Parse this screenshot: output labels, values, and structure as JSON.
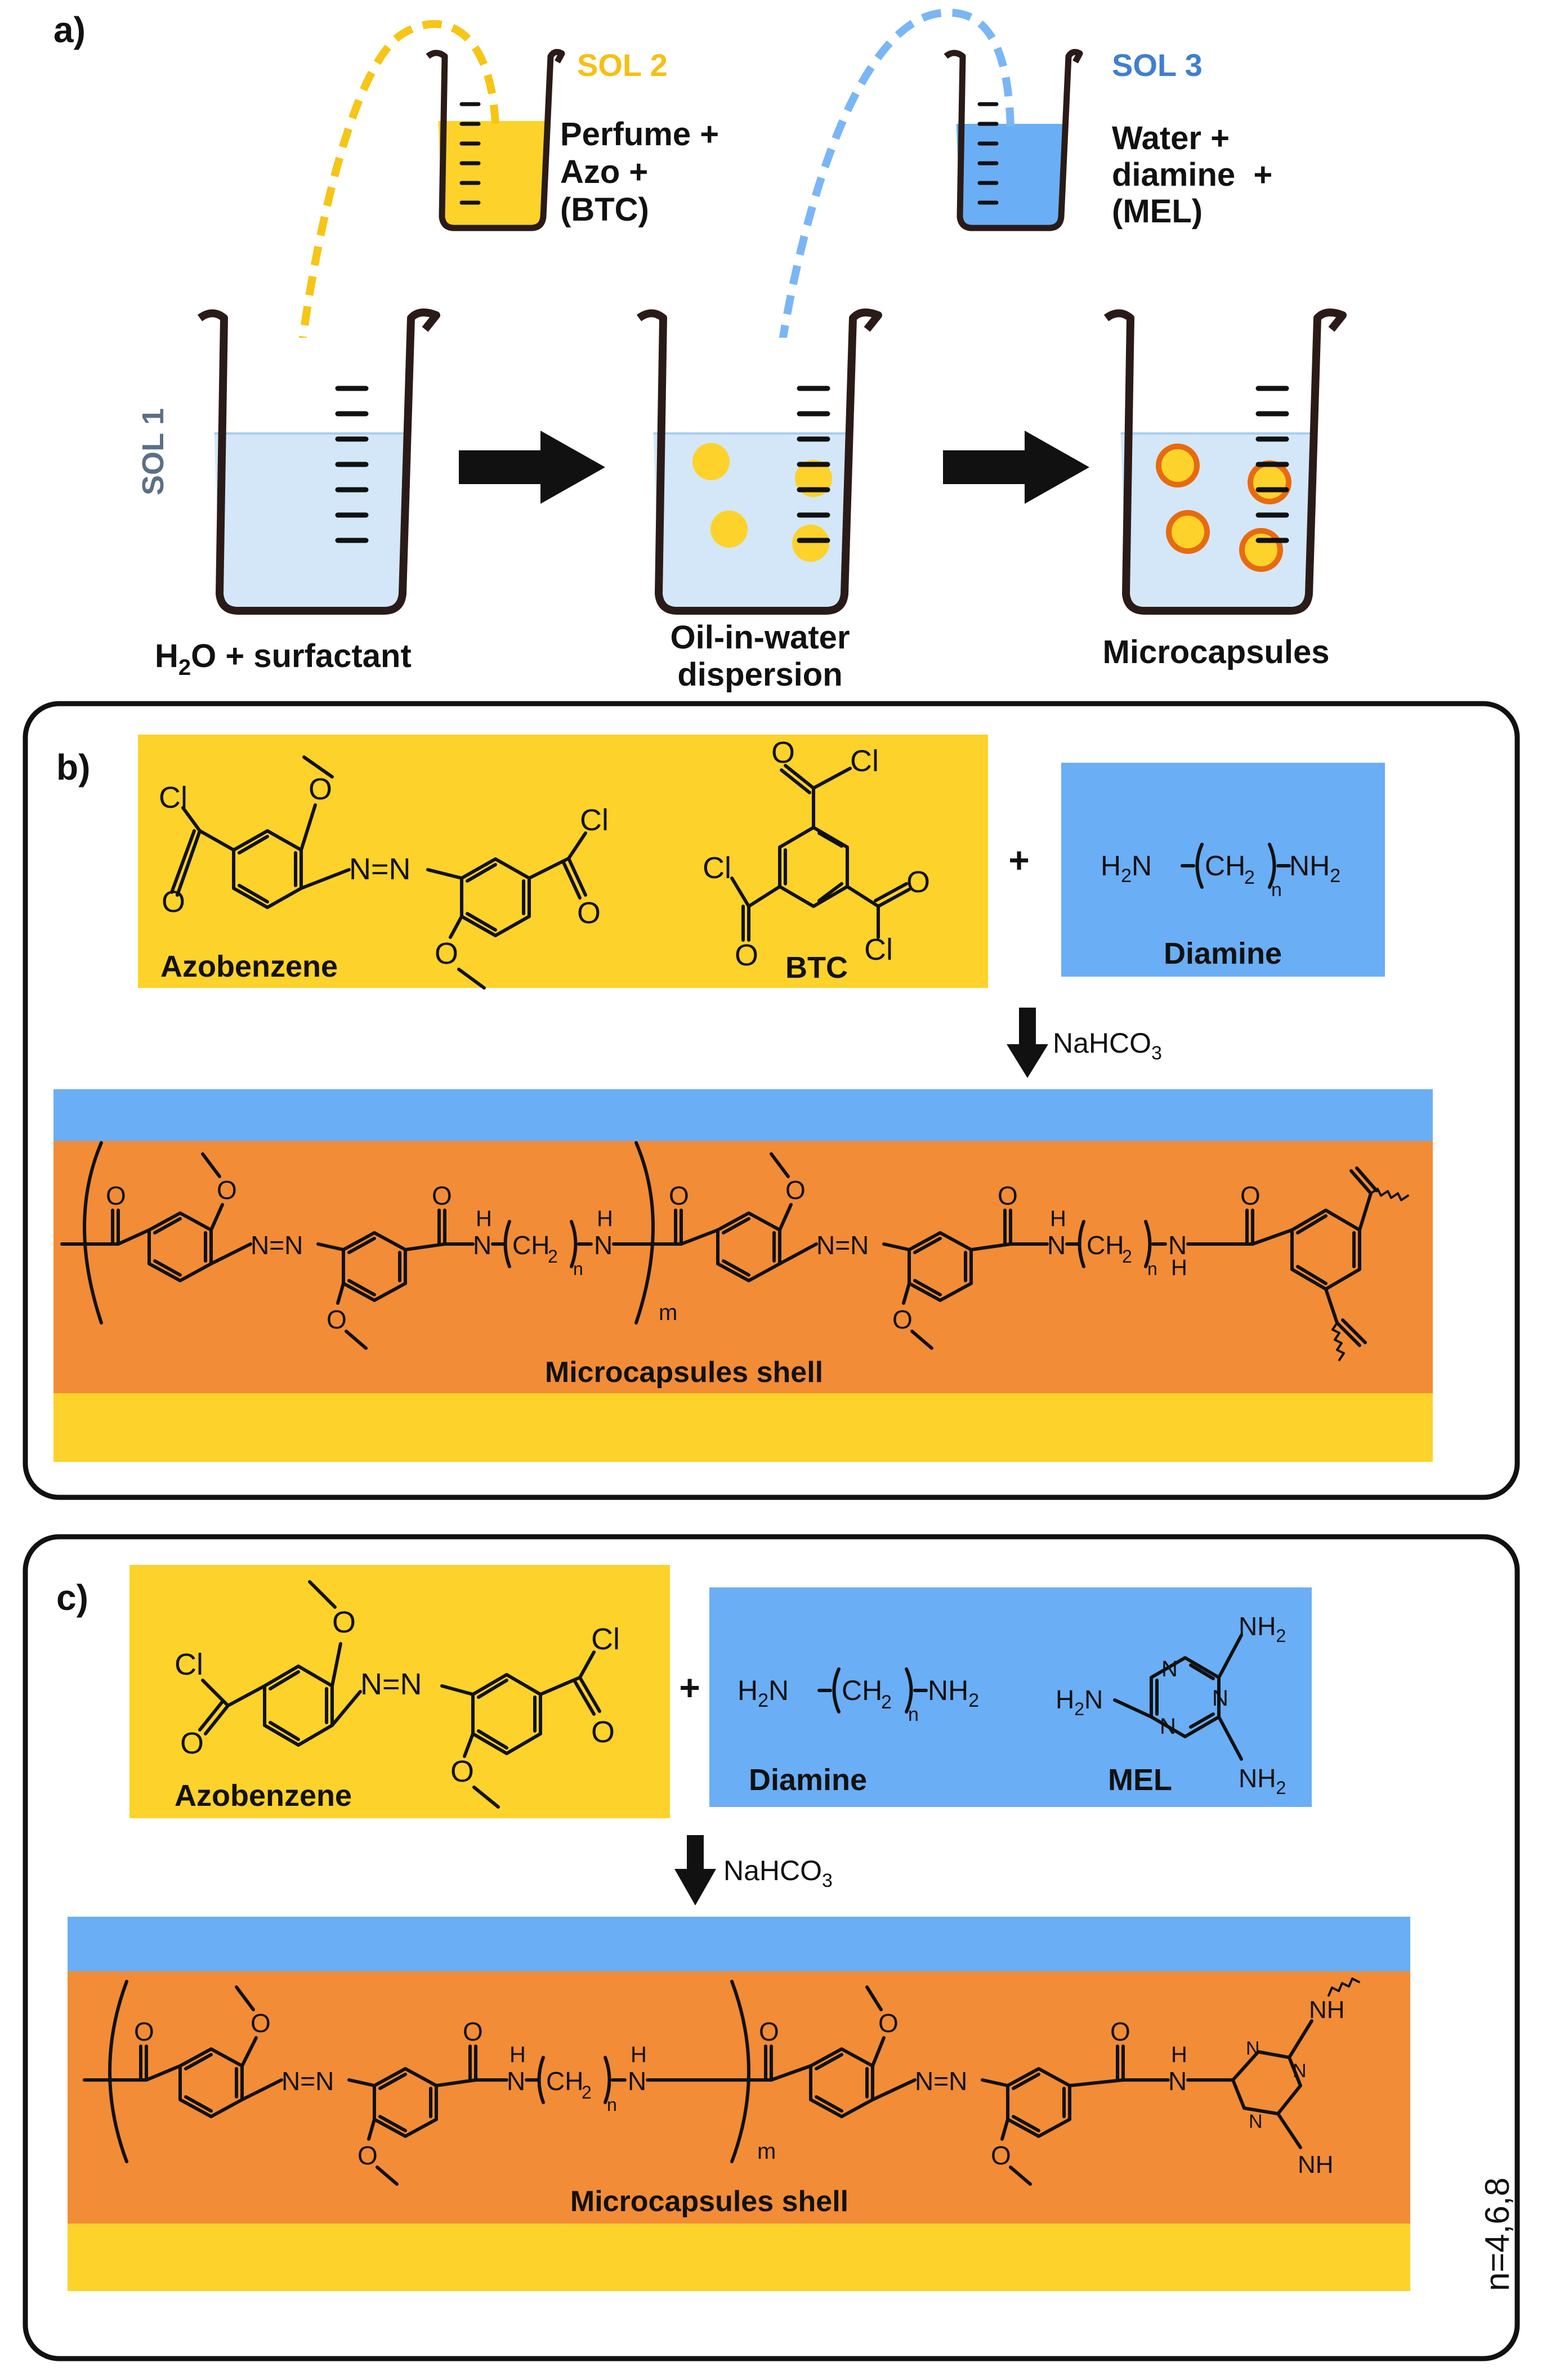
{
  "panels": {
    "a": "a)",
    "b": "b)",
    "c": "c)"
  },
  "panel_a": {
    "sol2": {
      "title": "SOL 2",
      "lines": [
        "Perfume +",
        "Azo +",
        "(BTC)"
      ]
    },
    "sol3": {
      "title": "SOL 3",
      "lines": [
        "Water +",
        "diamine  +",
        "(MEL)"
      ]
    },
    "sol1_label": "SOL 1",
    "beaker1_caption": [
      "H",
      "2",
      "O + surfactant"
    ],
    "beaker2_caption": [
      "Oil-in-water",
      "dispersion"
    ],
    "beaker3_caption": "Microcapsules"
  },
  "panel_b": {
    "azobenzene": "Azobenzene",
    "btc": "BTC",
    "diamine": "Diamine",
    "plus": "+",
    "reagent": [
      "NaHCO",
      "3"
    ],
    "shell": "Microcapsules shell"
  },
  "panel_c": {
    "azobenzene": "Azobenzene",
    "diamine": "Diamine",
    "mel": "MEL",
    "plus": "+",
    "reagent": [
      "NaHCO",
      "3"
    ],
    "shell": "Microcapsules shell"
  },
  "atoms": {
    "cl": "Cl",
    "o": "O",
    "n": "N",
    "h": "H",
    "nn": "N=N",
    "nh": "NH",
    "h2n": "H2N",
    "nh2": "NH2",
    "ch2": "CH",
    "sub2": "2",
    "n_sub": "n",
    "m_sub": "m"
  },
  "footnote": "n=4,6,8",
  "colors": {
    "yellow": "#fdd22a",
    "blue": "#6aaef5",
    "light_blue": "#d3e7f8",
    "orange": "#f28c36",
    "sol2_text": "#f6c013",
    "sol3_text": "#3f7fd0",
    "sol1_text": "#5d6f85",
    "arrow_yellow": "#f6c515",
    "arrow_blue": "#7ab6f5"
  }
}
